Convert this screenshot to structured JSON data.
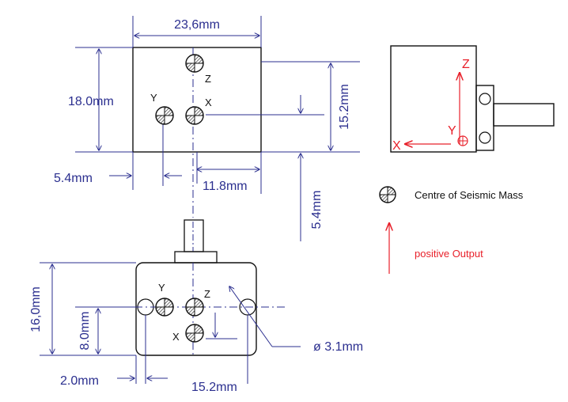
{
  "top_view": {
    "width_label": "23,6mm",
    "height_label": "18.0mm",
    "right_label": "15.2mm",
    "left_offset_label": "5.4mm",
    "x_offset_label": "11.8mm",
    "vertical_offset_label": "5.4mm",
    "axis_z": "Z",
    "axis_y": "Y",
    "axis_x": "X"
  },
  "bottom_view": {
    "height_label": "16,0mm",
    "half_height_label": "8.0mm",
    "left_offset_label": "2.0mm",
    "bottom_width_label": "15.2mm",
    "hole_label": "ø 3.1mm",
    "axis_y": "Y",
    "axis_z": "Z",
    "axis_x": "X"
  },
  "side_view": {
    "axis_z": "Z",
    "axis_y": "Y",
    "axis_x": "X"
  },
  "legend": {
    "centre_label": "Centre of Seismic Mass",
    "output_label": "positive Output"
  },
  "colors": {
    "dimension": "#2b2f8f",
    "axis_red": "#e8202a",
    "line": "#1f2a7a"
  }
}
